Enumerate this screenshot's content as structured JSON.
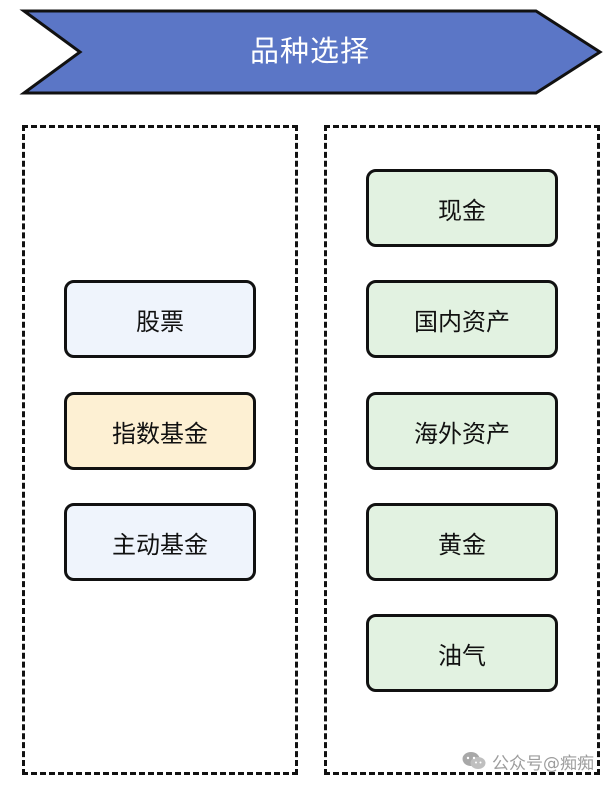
{
  "header": {
    "title": "品种选择",
    "fill_color": "#5b76c6"
  },
  "left_column": {
    "items": [
      {
        "label": "股票",
        "color": "#eff4fc"
      },
      {
        "label": "指数基金",
        "color": "#fdf0d3"
      },
      {
        "label": "主动基金",
        "color": "#eff4fc"
      }
    ]
  },
  "right_column": {
    "items": [
      {
        "label": "现金",
        "color": "#e2f2e1"
      },
      {
        "label": "国内资产",
        "color": "#e2f2e1"
      },
      {
        "label": "海外资产",
        "color": "#e2f2e1"
      },
      {
        "label": "黄金",
        "color": "#e2f2e1"
      },
      {
        "label": "油气",
        "color": "#e2f2e1"
      }
    ]
  },
  "watermark": {
    "text": "公众号@痴痴",
    "icon": "wechat-icon"
  }
}
